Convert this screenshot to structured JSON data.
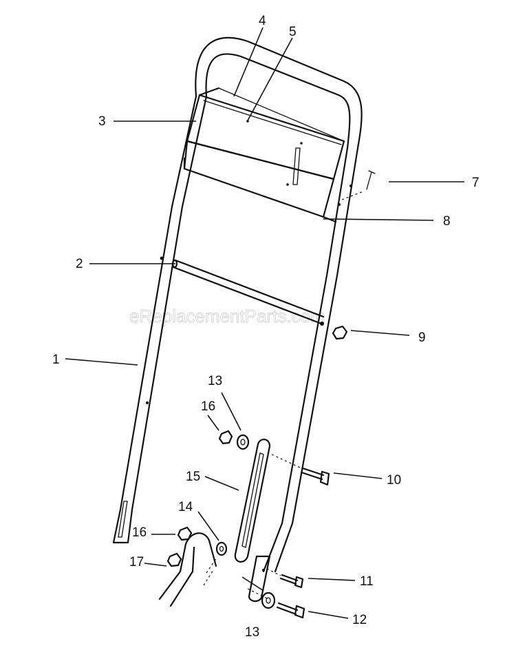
{
  "watermark": "eReplacementParts.com",
  "callouts": {
    "c1": "1",
    "c2": "2",
    "c3": "3",
    "c4": "4",
    "c5": "5",
    "c7": "7",
    "c8": "8",
    "c9": "9",
    "c10": "10",
    "c11": "11",
    "c12": "12",
    "c13a": "13",
    "c13b": "13",
    "c14": "14",
    "c15": "15",
    "c16a": "16",
    "c16b": "16",
    "c17": "17"
  }
}
